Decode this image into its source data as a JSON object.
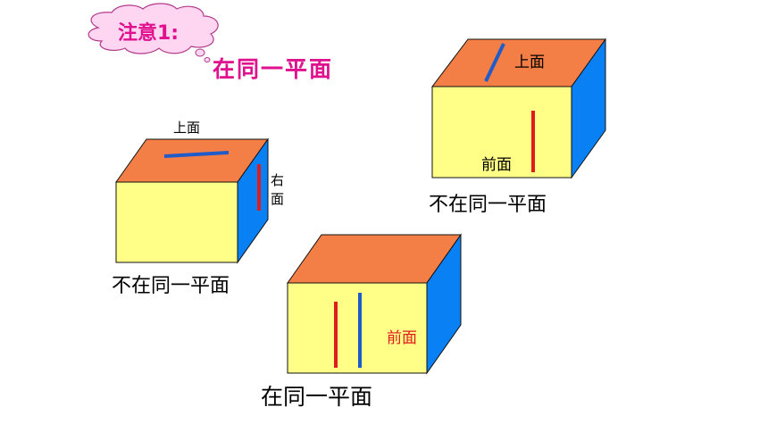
{
  "note": {
    "title": "注意1:",
    "subtitle": "在同一平面"
  },
  "cubes": [
    {
      "top_label": "上面",
      "side_label": "右",
      "side_label_2": "面",
      "caption": "不在同一平面"
    },
    {
      "top_label": "上面",
      "front_label": "前面",
      "caption": "不在同一平面"
    },
    {
      "front_label": "前面",
      "caption": "在同一平面"
    }
  ],
  "colors": {
    "top_face": "#F47F46",
    "front_face": "#FFFF88",
    "side_face": "#0A80F5",
    "edge": "#111111",
    "line_blue": "#1F5BC9",
    "line_red": "#E01B1B",
    "cloud_fill": "#FFD6F2",
    "cloud_stroke": "#B23A8A",
    "note_text": "#E0118E",
    "label_red": "#E01B1B"
  }
}
